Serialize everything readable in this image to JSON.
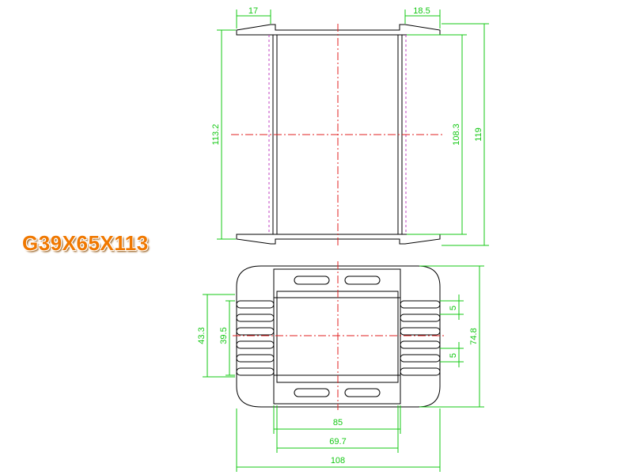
{
  "title": "G39X65X113",
  "colors": {
    "title": "#f07800",
    "dimension": "#14c814",
    "outline": "#000000",
    "centerline": "#e02020",
    "hidden": "#c040c0"
  },
  "top_view": {
    "flange_left_width": "17",
    "flange_right_width": "18.5",
    "inner_height": "113.2",
    "core_height": "108.3",
    "overall_height": "119"
  },
  "bottom_view": {
    "slot_width_upper": "5",
    "slot_width_lower": "5",
    "pin_span_outer": "43.3",
    "pin_span_inner": "39.5",
    "overall_depth": "74.8",
    "core_width": "85",
    "window_width": "69.7",
    "overall_width": "108"
  }
}
